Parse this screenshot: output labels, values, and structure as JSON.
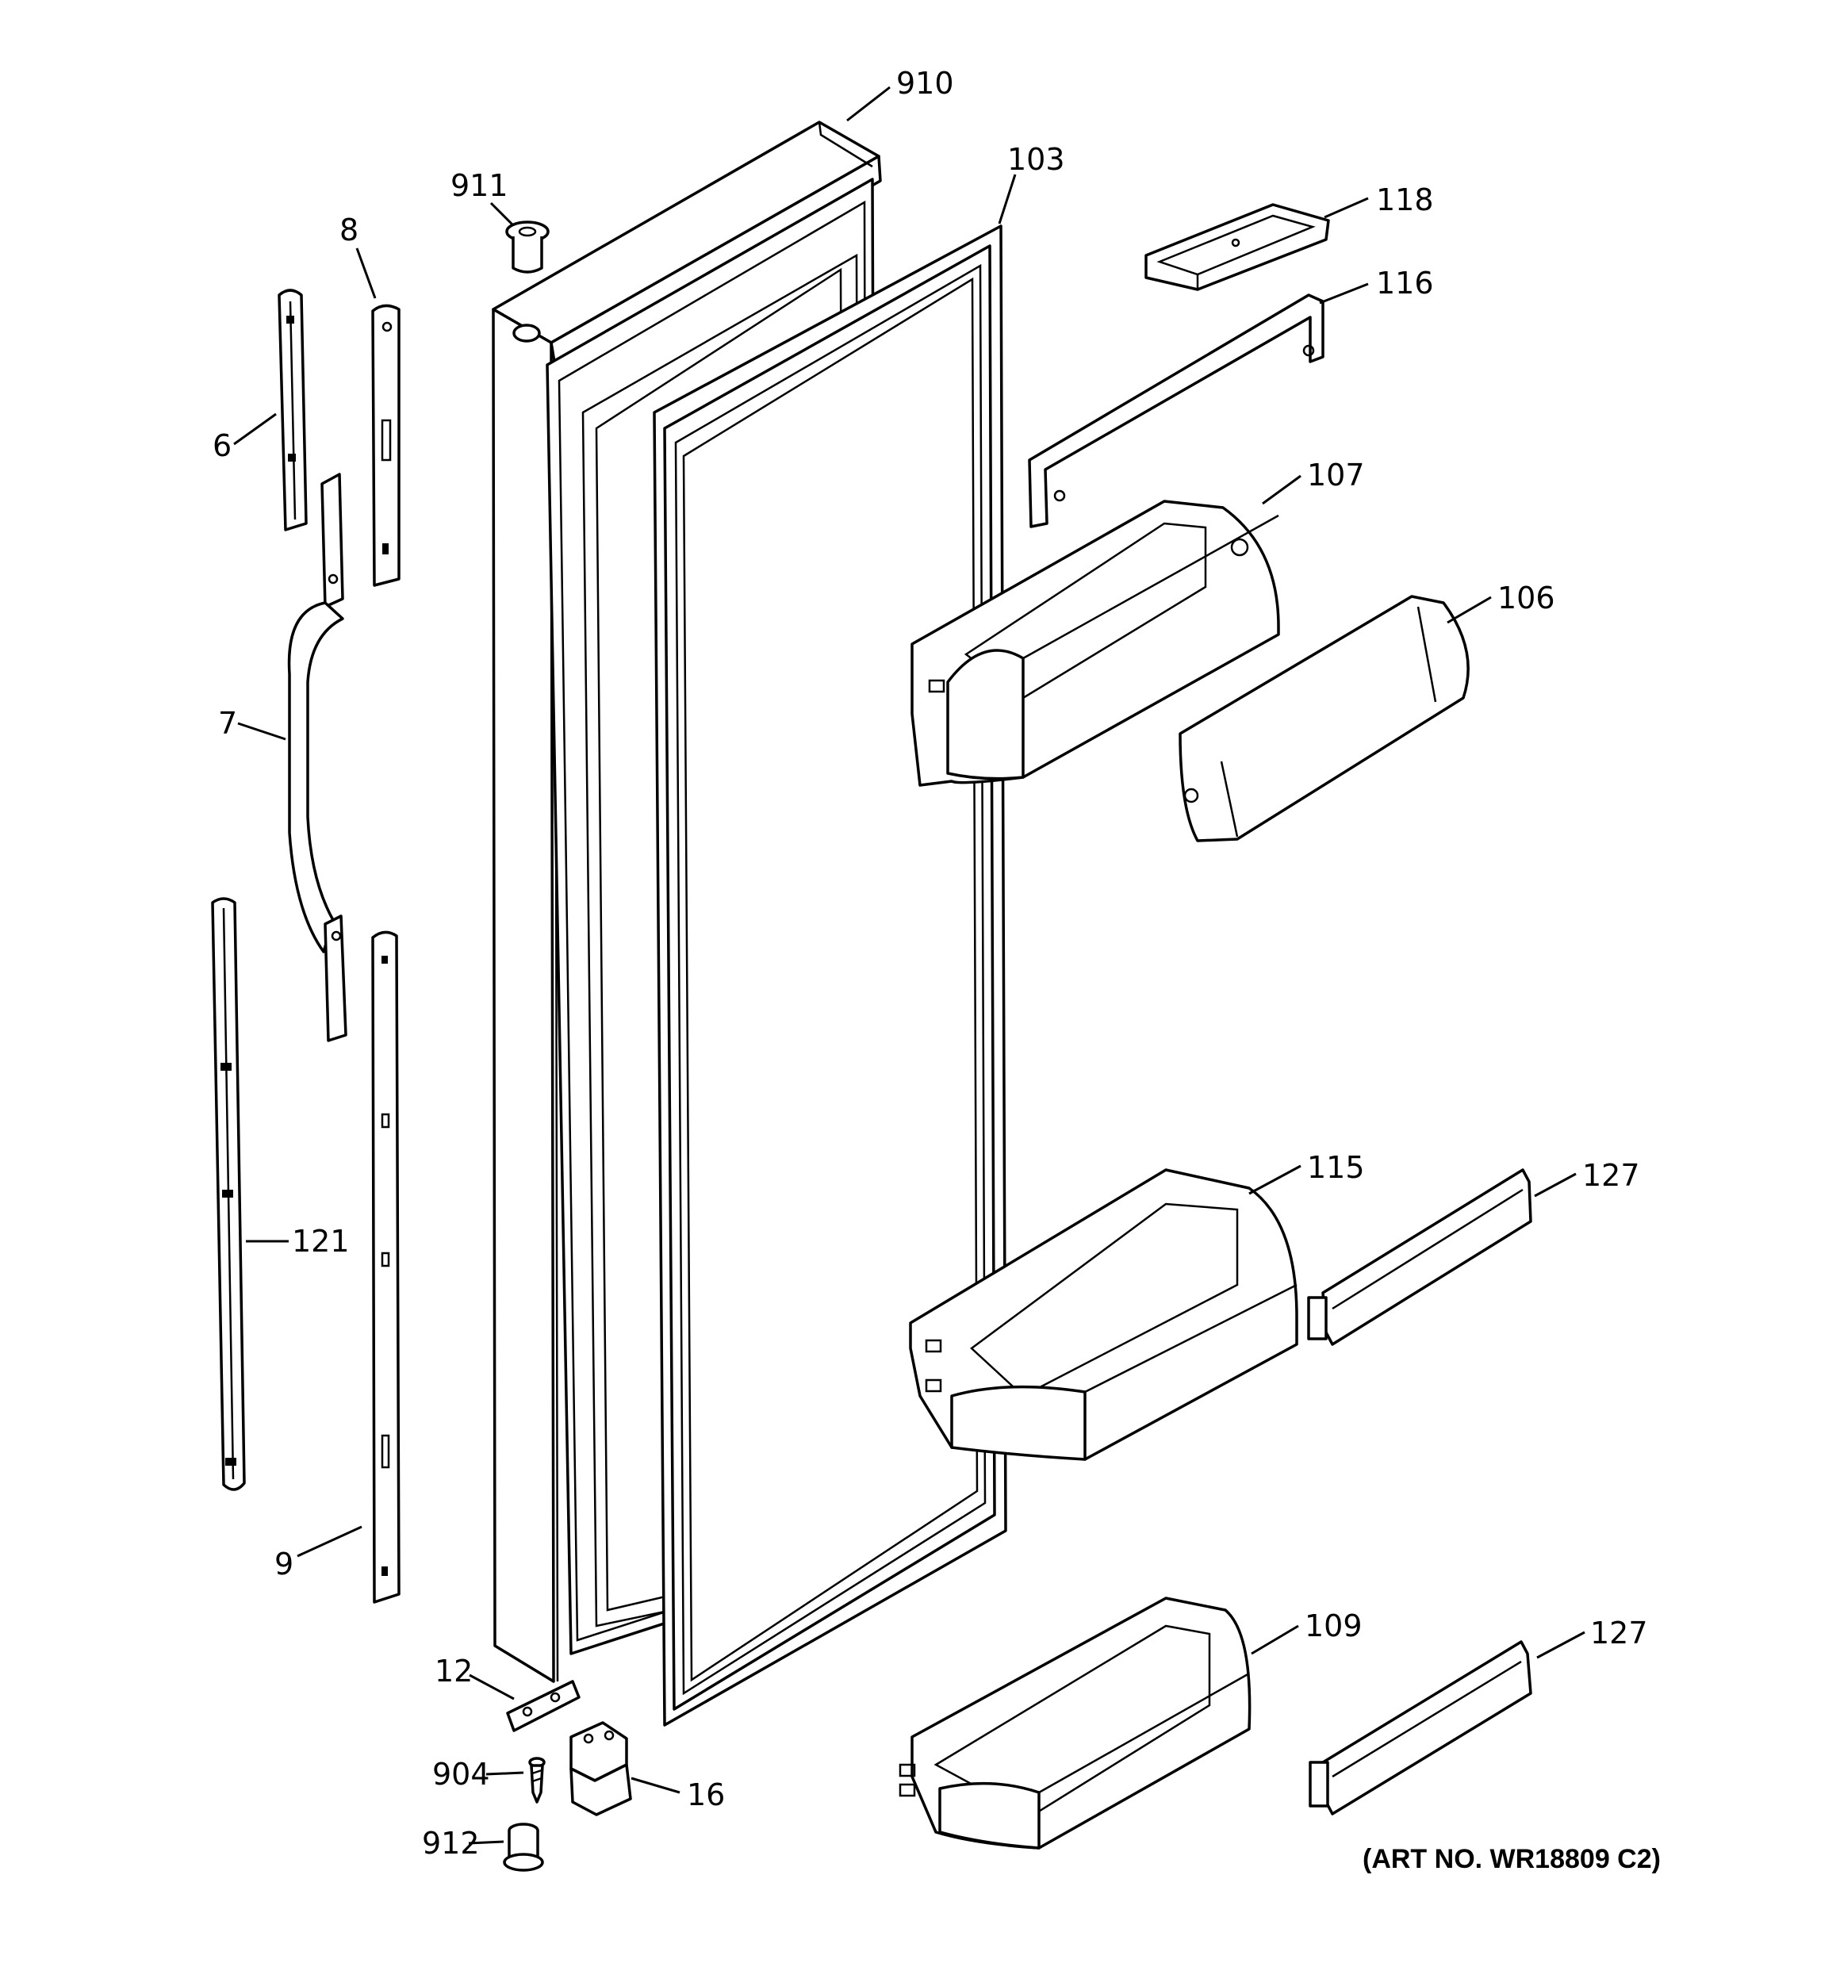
{
  "callouts": {
    "c910": "910",
    "c911": "911",
    "c103": "103",
    "c118": "118",
    "c116": "116",
    "c8": "8",
    "c6": "6",
    "c107": "107",
    "c106": "106",
    "c7": "7",
    "c115": "115",
    "c127a": "127",
    "c121": "121",
    "c9": "9",
    "c109": "109",
    "c127b": "127",
    "c12": "12",
    "c904": "904",
    "c16": "16",
    "c912": "912"
  },
  "art_number": "(ART NO. WR18809 C2)"
}
